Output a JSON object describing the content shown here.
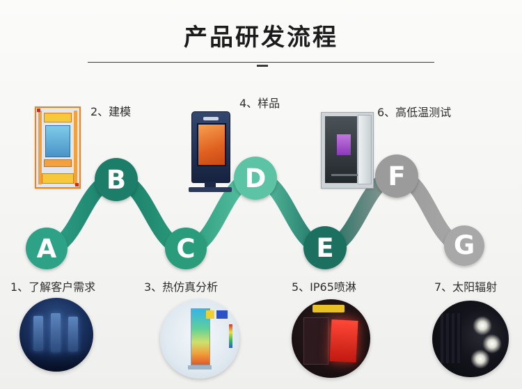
{
  "title": "产品研发流程",
  "steps": [
    {
      "letter": "A",
      "label": "1、了解客户需求",
      "position": "bottom"
    },
    {
      "letter": "B",
      "label": "2、建模",
      "position": "top"
    },
    {
      "letter": "C",
      "label": "3、热仿真分析",
      "position": "bottom"
    },
    {
      "letter": "D",
      "label": "4、样品",
      "position": "top"
    },
    {
      "letter": "E",
      "label": "5、IP65喷淋",
      "position": "bottom"
    },
    {
      "letter": "F",
      "label": "6、高低温测试",
      "position": "top"
    },
    {
      "letter": "G",
      "label": "7、太阳辐射",
      "position": "bottom"
    }
  ],
  "colors": {
    "A": "#2EA287",
    "B": "#1A7D68",
    "C": "#2B9C7C",
    "D": "#5CC3A5",
    "E": "#1C7060",
    "F": "#9B9B9B",
    "G": "#A8A8A8",
    "letter": "#FFFFFF",
    "title": "#1C1C1C"
  }
}
